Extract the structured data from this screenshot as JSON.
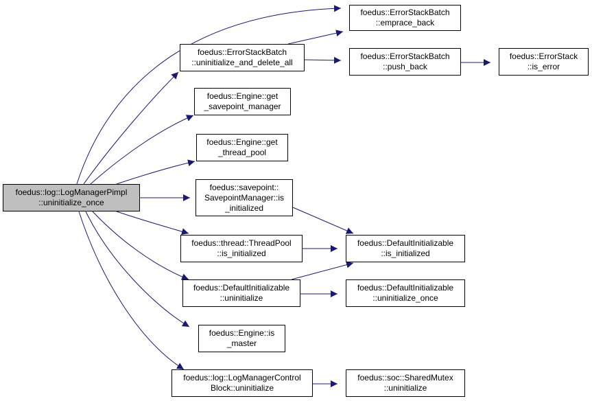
{
  "diagram": {
    "edge_color": "#191970",
    "root_fill": "#bfbfbf",
    "nodes": [
      {
        "id": "root",
        "lines": [
          "foedus::log::LogManagerPimpl",
          "::uninitialize_once"
        ],
        "root": true
      },
      {
        "id": "emprace",
        "lines": [
          "foedus::ErrorStackBatch",
          "::emprace_back"
        ]
      },
      {
        "id": "uninit_delete",
        "lines": [
          "foedus::ErrorStackBatch",
          "::uninitialize_and_delete_all"
        ]
      },
      {
        "id": "push_back",
        "lines": [
          "foedus::ErrorStackBatch",
          "::push_back"
        ]
      },
      {
        "id": "is_error",
        "lines": [
          "foedus::ErrorStack",
          "::is_error"
        ]
      },
      {
        "id": "get_savepoint",
        "lines": [
          "foedus::Engine::get",
          "_savepoint_manager"
        ]
      },
      {
        "id": "get_thread_pool",
        "lines": [
          "foedus::Engine::get",
          "_thread_pool"
        ]
      },
      {
        "id": "sp_is_init",
        "lines": [
          "foedus::savepoint::",
          "SavepointManager::is",
          "_initialized"
        ]
      },
      {
        "id": "tp_is_init",
        "lines": [
          "foedus::thread::ThreadPool",
          "::is_initialized"
        ]
      },
      {
        "id": "di_is_init",
        "lines": [
          "foedus::DefaultInitializable",
          "::is_initialized"
        ]
      },
      {
        "id": "di_uninit",
        "lines": [
          "foedus::DefaultInitializable",
          "::uninitialize"
        ]
      },
      {
        "id": "di_uninit_once",
        "lines": [
          "foedus::DefaultInitializable",
          "::uninitialize_once"
        ]
      },
      {
        "id": "is_master",
        "lines": [
          "foedus::Engine::is",
          "_master"
        ]
      },
      {
        "id": "cb_uninit",
        "lines": [
          "foedus::log::LogManagerControl",
          "Block::uninitialize"
        ]
      },
      {
        "id": "mutex_uninit",
        "lines": [
          "foedus::soc::SharedMutex",
          "::uninitialize"
        ]
      }
    ],
    "edges": [
      {
        "from": "root",
        "to": "emprace"
      },
      {
        "from": "root",
        "to": "uninit_delete"
      },
      {
        "from": "root",
        "to": "get_savepoint"
      },
      {
        "from": "root",
        "to": "get_thread_pool"
      },
      {
        "from": "root",
        "to": "sp_is_init"
      },
      {
        "from": "root",
        "to": "tp_is_init"
      },
      {
        "from": "root",
        "to": "di_uninit"
      },
      {
        "from": "root",
        "to": "is_master"
      },
      {
        "from": "root",
        "to": "cb_uninit"
      },
      {
        "from": "uninit_delete",
        "to": "emprace"
      },
      {
        "from": "uninit_delete",
        "to": "push_back"
      },
      {
        "from": "push_back",
        "to": "is_error"
      },
      {
        "from": "sp_is_init",
        "to": "di_is_init"
      },
      {
        "from": "tp_is_init",
        "to": "di_is_init"
      },
      {
        "from": "di_uninit",
        "to": "di_is_init"
      },
      {
        "from": "di_uninit",
        "to": "di_uninit_once"
      },
      {
        "from": "cb_uninit",
        "to": "mutex_uninit"
      }
    ]
  }
}
